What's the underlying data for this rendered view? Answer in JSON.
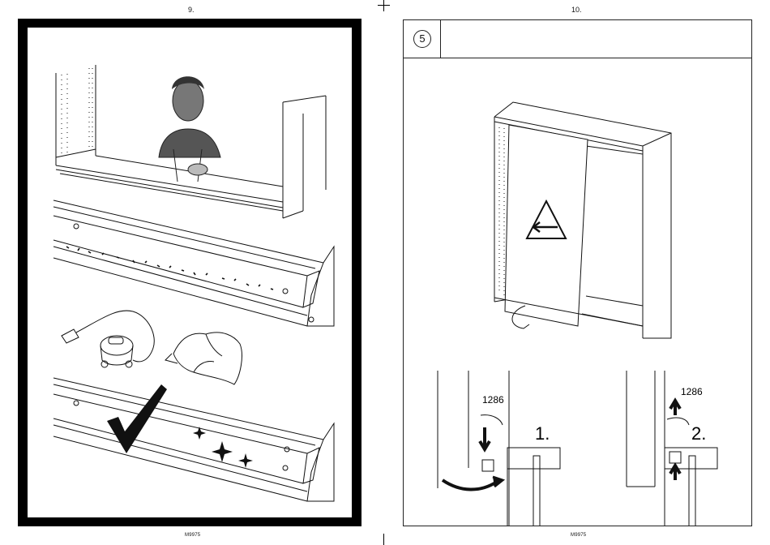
{
  "left_page": {
    "page_number": "9.",
    "doc_code": "M9975"
  },
  "right_page": {
    "page_number": "10.",
    "doc_code": "M9975",
    "step_number": "5",
    "detail_1": {
      "part_code": "1286",
      "step_label": "1."
    },
    "detail_2": {
      "part_code": "1286",
      "step_label": "2."
    }
  },
  "icons": [
    "checkmark-icon",
    "sparkle-icon",
    "warning-arrow-icon",
    "arrow-down-icon",
    "arrow-up-icon"
  ]
}
